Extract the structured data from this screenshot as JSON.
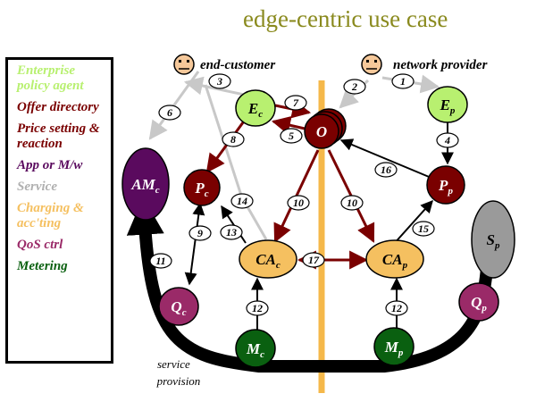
{
  "title": "edge-centric use case",
  "legend": [
    {
      "label": "Enterprise policy agent",
      "color": "#b8f070"
    },
    {
      "label": "Offer directory",
      "color": "#7a0000"
    },
    {
      "label": "Price setting & reaction",
      "color": "#7a0000"
    },
    {
      "label": "App or M/w",
      "color": "#5a0a5e"
    },
    {
      "label": "Service",
      "color": "#b0b0b0"
    },
    {
      "label": "Charging & acc'ting",
      "color": "#f5c060"
    },
    {
      "label": "QoS ctrl",
      "color": "#9a2a68"
    },
    {
      "label": "Metering",
      "color": "#0a6010"
    }
  ],
  "actors": {
    "left": "end-customer",
    "right": "network provider"
  },
  "nodes": {
    "Ec": {
      "main": "E",
      "sub": "c"
    },
    "Ep": {
      "main": "E",
      "sub": "p"
    },
    "O": {
      "main": "O"
    },
    "AMc": {
      "main": "AM",
      "sub": "c"
    },
    "Pc": {
      "main": "P",
      "sub": "c"
    },
    "Pp": {
      "main": "P",
      "sub": "p"
    },
    "Sp": {
      "main": "S",
      "sub": "p"
    },
    "CAc": {
      "main": "CA",
      "sub": "c"
    },
    "CAp": {
      "main": "CA",
      "sub": "p"
    },
    "Qc": {
      "main": "Q",
      "sub": "c"
    },
    "Qp": {
      "main": "Q",
      "sub": "p"
    },
    "Mc": {
      "main": "M",
      "sub": "c"
    },
    "Mp": {
      "main": "M",
      "sub": "p"
    }
  },
  "step_numbers": [
    "1",
    "2",
    "3",
    "4",
    "5",
    "6",
    "7",
    "8",
    "9",
    "10",
    "10",
    "11",
    "12",
    "12",
    "13",
    "14",
    "15",
    "16",
    "17"
  ],
  "service_label": [
    "service",
    "provision"
  ]
}
